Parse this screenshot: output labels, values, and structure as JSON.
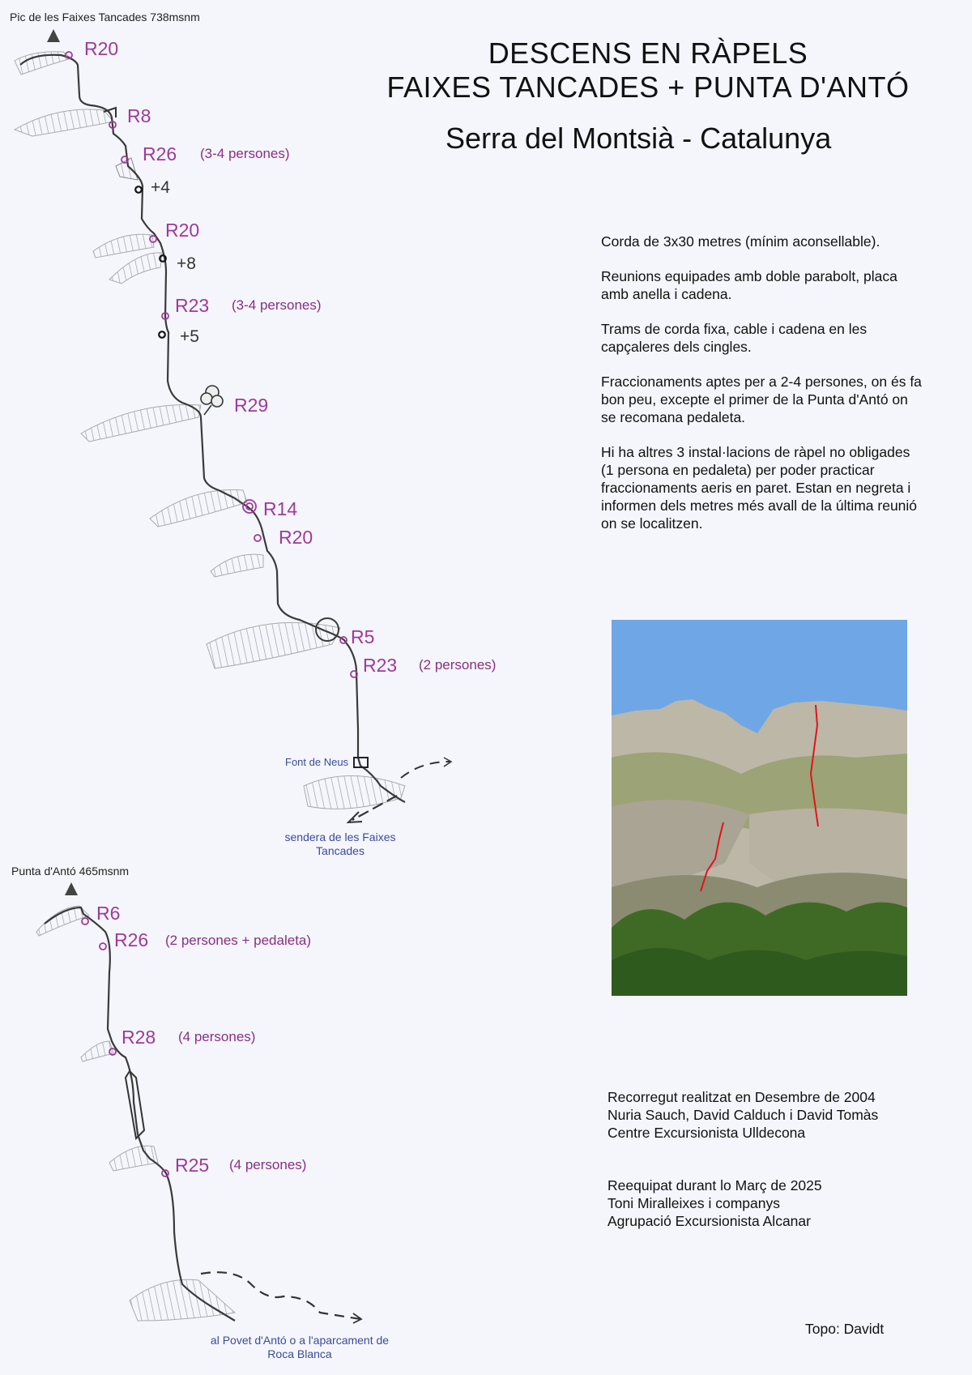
{
  "title": {
    "line1": "DESCENS EN RÀPELS",
    "line2": "FAIXES TANCADES + PUNTA D'ANTÓ",
    "subtitle": "Serra del Montsià - Catalunya"
  },
  "topo_upper": {
    "peak": "Pic de les Faixes Tancades  738msnm",
    "rappels": [
      {
        "label": "R20",
        "note": ""
      },
      {
        "label": "R8",
        "note": ""
      },
      {
        "label": "R26",
        "note": "(3-4 persones)"
      },
      {
        "label": "R20",
        "note": ""
      },
      {
        "label": "R23",
        "note": "(3-4 persones)"
      },
      {
        "label": "R29",
        "note": ""
      },
      {
        "label": "R14",
        "note": ""
      },
      {
        "label": "R20",
        "note": ""
      },
      {
        "label": "R5",
        "note": ""
      },
      {
        "label": "R23",
        "note": "(2 persones)"
      }
    ],
    "fractions": [
      "+4",
      "+8",
      "+5"
    ],
    "spring": "Font de Neus",
    "trail": "sendera de les Faixes Tancades"
  },
  "topo_lower": {
    "peak": "Punta d'Antó  465msnm",
    "rappels": [
      {
        "label": "R6",
        "note": ""
      },
      {
        "label": "R26",
        "note": "(2 persones + pedaleta)"
      },
      {
        "label": "R28",
        "note": "(4 persones)"
      },
      {
        "label": "R25",
        "note": "(4 persones)"
      }
    ],
    "trail": "al Povet d'Antó o a l'aparcament de Roca Blanca"
  },
  "info": [
    "Corda de 3x30 metres (mínim aconsellable).",
    "Reunions equipades amb doble parabolt, placa amb anella i cadena.",
    "Trams de corda fixa, cable i cadena en les capçaleres dels cingles.",
    "Fraccionaments aptes per a 2-4 persones, on és fa bon peu, excepte el primer de la Punta d'Antó on se recomana pedaleta.",
    "Hi ha altres 3 instal·lacions de ràpel no obligades (1 persona en pedaleta) per poder practicar fraccionaments aeris en paret. Estan en negreta i informen dels metres més avall de la última reunió on se localitzen."
  ],
  "credits": {
    "first": [
      "Recorregut realitzat en Desembre de 2004",
      "Nuria Sauch, David Calduch i David Tomàs",
      "Centre Excursionista Ulldecona"
    ],
    "second": [
      "Reequipat durant lo Març de 2025",
      "Toni Miralleixes i companys",
      "Agrupació Excursionista Alcanar"
    ],
    "topo": "Topo: Davidt"
  },
  "colors": {
    "rappel": "#a0399b",
    "trail_text": "#3b4a9e",
    "route_line": "#e0141b",
    "sky": "#6fa6e6"
  }
}
